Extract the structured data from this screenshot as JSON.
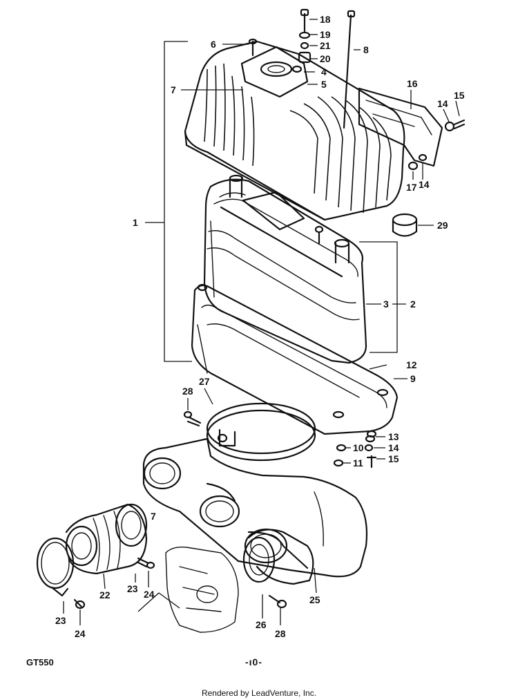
{
  "callouts": [
    {
      "id": "c1",
      "text": "1"
    },
    {
      "id": "c2",
      "text": "2"
    },
    {
      "id": "c3",
      "text": "3"
    },
    {
      "id": "c4",
      "text": "4"
    },
    {
      "id": "c5",
      "text": "5"
    },
    {
      "id": "c6",
      "text": "6"
    },
    {
      "id": "c7",
      "text": "7"
    },
    {
      "id": "c8",
      "text": "8"
    },
    {
      "id": "c9",
      "text": "9"
    },
    {
      "id": "c10",
      "text": "10"
    },
    {
      "id": "c11",
      "text": "11"
    },
    {
      "id": "c12",
      "text": "12"
    },
    {
      "id": "c13",
      "text": "13"
    },
    {
      "id": "c14a",
      "text": "14"
    },
    {
      "id": "c14b",
      "text": "14"
    },
    {
      "id": "c14c",
      "text": "14"
    },
    {
      "id": "c15a",
      "text": "15"
    },
    {
      "id": "c15b",
      "text": "15"
    },
    {
      "id": "c16",
      "text": "16"
    },
    {
      "id": "c17",
      "text": "17"
    },
    {
      "id": "c18",
      "text": "18"
    },
    {
      "id": "c19",
      "text": "19"
    },
    {
      "id": "c20",
      "text": "20"
    },
    {
      "id": "c21",
      "text": "21"
    },
    {
      "id": "c22",
      "text": "22"
    },
    {
      "id": "c23a",
      "text": "23"
    },
    {
      "id": "c23b",
      "text": "23"
    },
    {
      "id": "c24a",
      "text": "24"
    },
    {
      "id": "c24b",
      "text": "24"
    },
    {
      "id": "c25",
      "text": "25"
    },
    {
      "id": "c26",
      "text": "26"
    },
    {
      "id": "c27",
      "text": "27"
    },
    {
      "id": "c28a",
      "text": "28"
    },
    {
      "id": "c28b",
      "text": "28"
    },
    {
      "id": "c29",
      "text": "29"
    },
    {
      "id": "c7b",
      "text": "7"
    }
  ],
  "footer": {
    "model": "GT550",
    "page": "-ı0-",
    "rendered_by": "Rendered by LeadVenture, Inc."
  }
}
